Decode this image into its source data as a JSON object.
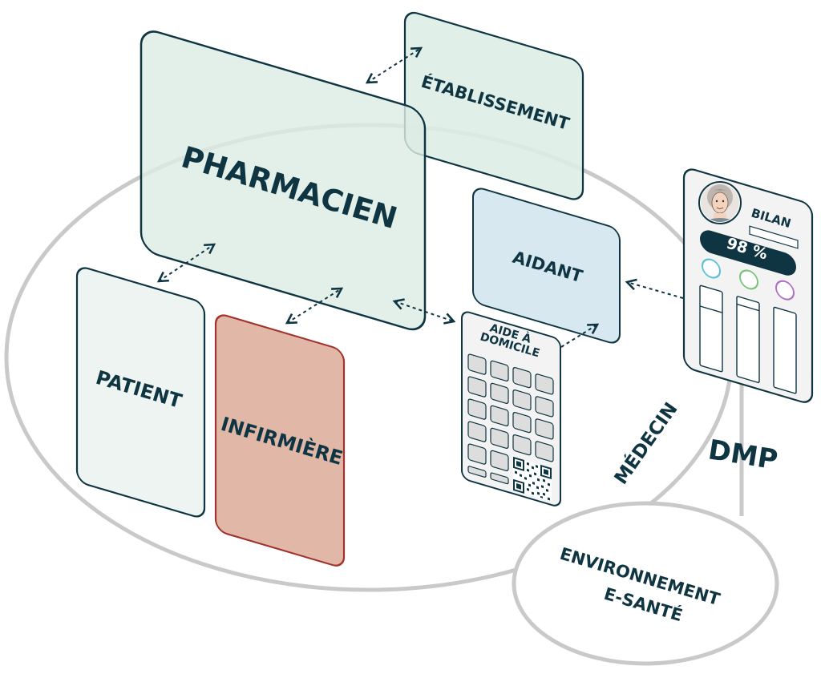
{
  "labels": {
    "pharmacien": "PHARMACIEN",
    "etablissement": "ÉTABLISSEMENT",
    "aidant": "AIDANT",
    "aide_domicile_line1": "AIDE À",
    "aide_domicile_line2": "DOMICILE",
    "patient": "PATIENT",
    "infirmiere": "INFIRMIÈRE",
    "medecin": "MÉDECIN",
    "dmp": "DMP",
    "environnement_line1": "ENVIRONNEMENT",
    "environnement_line2": "E-SANTÉ",
    "bilan": "BILAN",
    "bilan_percent": "98 %"
  },
  "bilan_progress": 0.98,
  "colors": {
    "outline": "#0f3542",
    "ellipse": "#c9c9c9",
    "pharmacien_fill": "#dcede4",
    "aidant_fill": "#d7e8f1",
    "patient_fill": "#edf4f2",
    "infirmiere_fill": "#e1b8a8",
    "infirmiere_border": "#a2322c",
    "card_fill": "#f3f3f3",
    "dot_blue": "#5bbfd6",
    "dot_green": "#7ac47a",
    "dot_purple": "#b06fc4"
  },
  "icons": [
    "avatar-icon",
    "qr-code-icon"
  ]
}
